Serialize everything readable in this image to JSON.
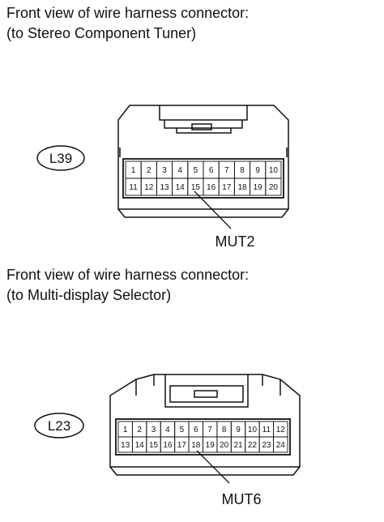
{
  "sections": [
    {
      "caption_line1": "Front view of wire harness connector:",
      "caption_line2": "(to Stereo Component Tuner)",
      "connector_id": "L39",
      "pins_row1": [
        "1",
        "2",
        "3",
        "4",
        "5",
        "6",
        "7",
        "8",
        "9",
        "10"
      ],
      "pins_row2": [
        "11",
        "12",
        "13",
        "14",
        "15",
        "16",
        "17",
        "18",
        "19",
        "20"
      ],
      "callout_pin": "15",
      "callout_label": "MUT2"
    },
    {
      "caption_line1": "Front view of wire harness connector:",
      "caption_line2": "(to Multi-display Selector)",
      "connector_id": "L23",
      "pins_row1": [
        "1",
        "2",
        "3",
        "4",
        "5",
        "6",
        "7",
        "8",
        "9",
        "10",
        "11",
        "12"
      ],
      "pins_row2": [
        "13",
        "14",
        "15",
        "16",
        "17",
        "18",
        "19",
        "20",
        "21",
        "22",
        "23",
        "24"
      ],
      "callout_pin": "18",
      "callout_label": "MUT6"
    }
  ]
}
